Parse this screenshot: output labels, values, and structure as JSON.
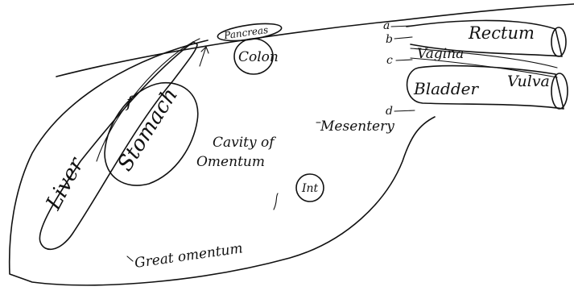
{
  "labels": {
    "liver": "Liver",
    "stomach": "Stomach",
    "f": "f",
    "pancreas": "Pancreas",
    "colon": "Colon",
    "cavity_line1": "Cavity of",
    "cavity_line2": "Omentum",
    "int": "Int",
    "great_omentum": "Great omentum",
    "mesentery": "Mesentery",
    "rectum": "Rectum",
    "vagina": "Vagina",
    "bladder": "Bladder",
    "vulva": "Vulva",
    "a": "a",
    "b": "b",
    "c": "c",
    "d": "d"
  }
}
